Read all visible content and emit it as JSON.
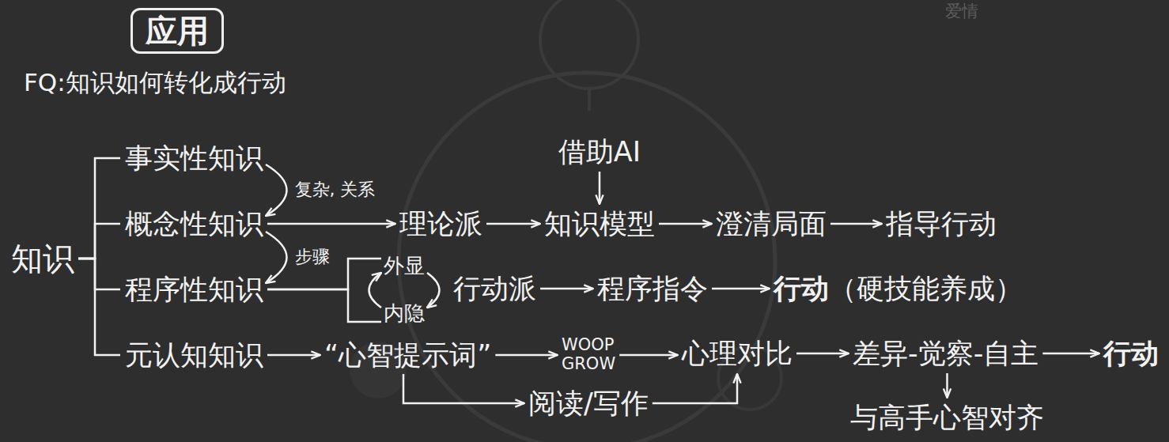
{
  "diagram": {
    "title": "应用",
    "nodes": [
      {
        "text": [
          "知识"
        ]
      },
      {
        "text": [
          "事实性知识"
        ]
      },
      {
        "text": [
          "概念性知识"
        ]
      },
      {
        "text": [
          "程序性知识"
        ]
      },
      {
        "text": [
          "元认知知识"
        ]
      },
      {
        "text": [
          "理论派"
        ]
      },
      {
        "text": [
          "借助AI"
        ]
      },
      {
        "text": [
          "知识模型"
        ]
      },
      {
        "text": [
          "澄清局面"
        ]
      },
      {
        "text": [
          "指导行动"
        ]
      },
      {
        "text": [
          "外显"
        ]
      },
      {
        "text": [
          "内隐"
        ]
      },
      {
        "text": [
          "行动派"
        ]
      },
      {
        "text": [
          "程序指令"
        ]
      },
      {
        "text": [
          "行动",
          "（硬技能养成）"
        ]
      },
      {
        "text": [
          "“心智提示词”"
        ]
      },
      {
        "text": [
          "WOOP GROW"
        ]
      },
      {
        "text": [
          "心理对比"
        ]
      },
      {
        "text": [
          "差异-觉察-自主"
        ]
      },
      {
        "text": [
          "行动"
        ]
      },
      {
        "text": [
          "阅读/写作"
        ]
      },
      {
        "text": [
          "与高手心智对齐"
        ]
      }
    ],
    "edges": [
      {
        "from": 0,
        "to": 1,
        "arrow": "none"
      },
      {
        "from": 0,
        "to": 2,
        "arrow": "none"
      },
      {
        "from": 0,
        "to": 3,
        "arrow": "none"
      },
      {
        "from": 0,
        "to": 4,
        "arrow": "none"
      },
      {
        "from": 1,
        "to": 2,
        "label": "复杂, 关系",
        "arrow": "to"
      },
      {
        "from": 2,
        "to": 3,
        "label": "步骤",
        "arrow": "to"
      },
      {
        "from": 2,
        "to": 5,
        "arrow": "to"
      },
      {
        "from": 5,
        "to": 7,
        "arrow": "to"
      },
      {
        "from": 6,
        "to": 7,
        "arrow": "to"
      },
      {
        "from": 7,
        "to": 8,
        "arrow": "to"
      },
      {
        "from": 8,
        "to": 9,
        "arrow": "to"
      },
      {
        "from": 3,
        "to": 10,
        "arrow": "none"
      },
      {
        "from": 3,
        "to": 11,
        "arrow": "none"
      },
      {
        "from": 10,
        "to": 11,
        "arrow": "to"
      },
      {
        "from": 11,
        "to": 10,
        "arrow": "to"
      },
      {
        "from": 12,
        "to": 13,
        "arrow": "to"
      },
      {
        "from": 13,
        "to": 14,
        "arrow": "to"
      },
      {
        "from": 4,
        "to": 15,
        "arrow": "to"
      },
      {
        "from": 15,
        "to": 16,
        "arrow": "to"
      },
      {
        "from": 16,
        "to": 17,
        "arrow": "to"
      },
      {
        "from": 17,
        "to": 18,
        "arrow": "to"
      },
      {
        "from": 18,
        "to": 19,
        "arrow": "to"
      },
      {
        "from": 18,
        "to": 21,
        "arrow": "to"
      },
      {
        "from": 15,
        "to": 20,
        "arrow": "to"
      },
      {
        "from": 20,
        "to": 17,
        "arrow": "to"
      }
    ],
    "labels": [
      "FQ:知识如何转化成行动",
      "爱情"
    ]
  }
}
